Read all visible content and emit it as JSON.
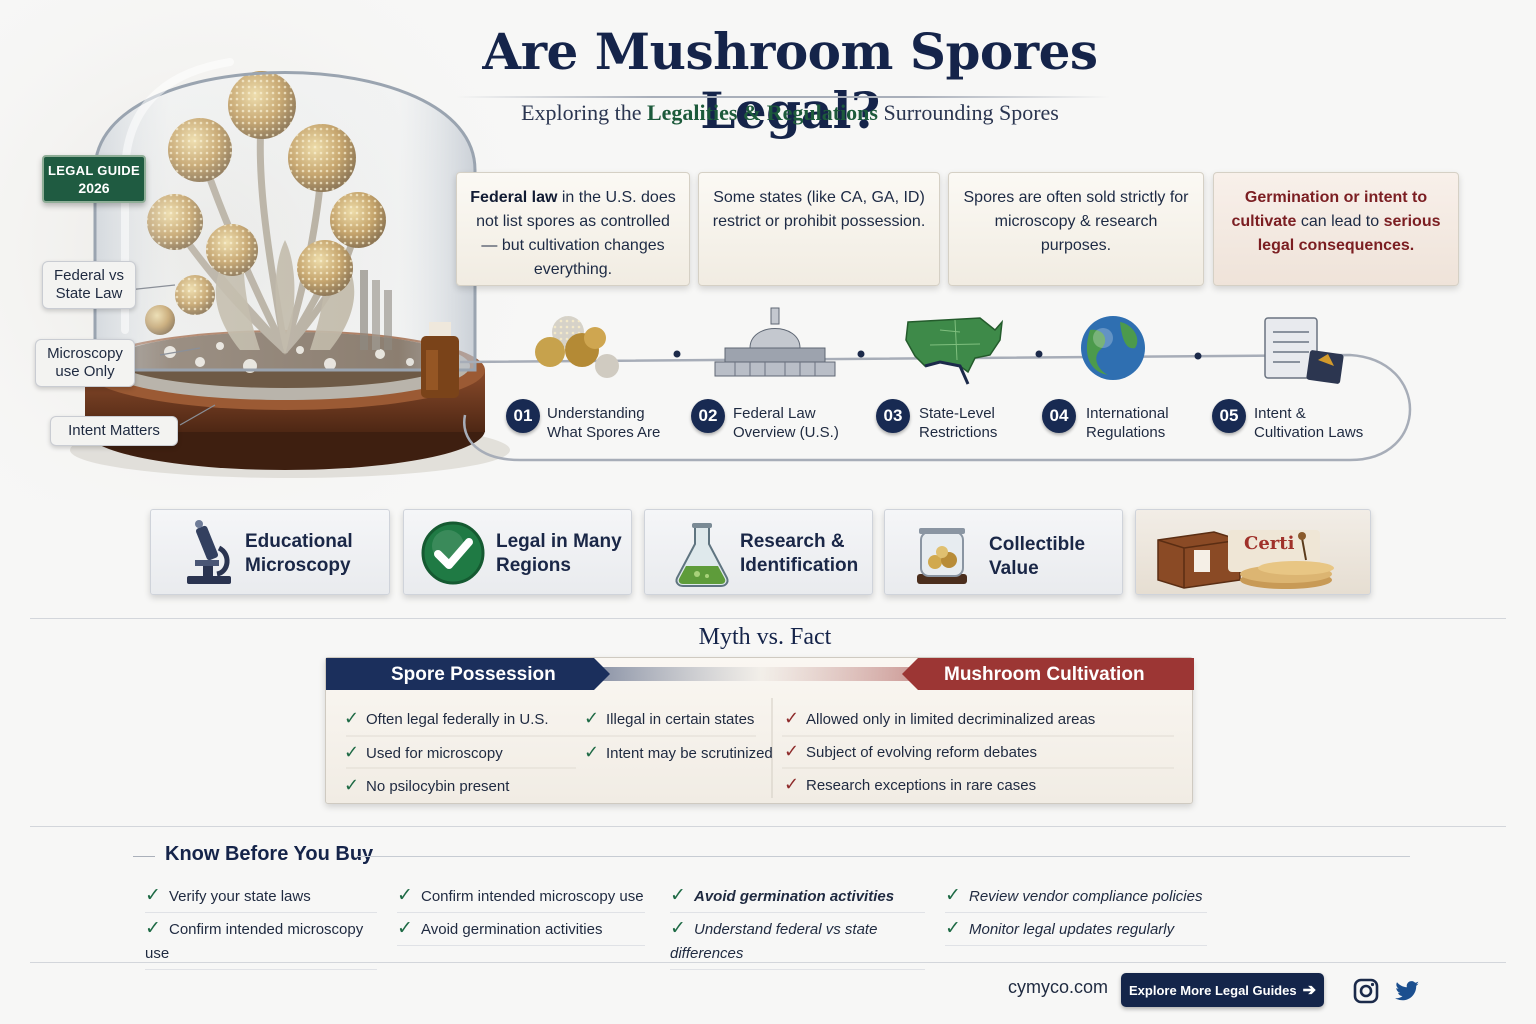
{
  "header": {
    "title": "Are Mushroom Spores Legal?",
    "subtitle_pre": "Exploring the ",
    "subtitle_highlight": "Legalities & Regulations",
    "subtitle_post": " Surrounding Spores"
  },
  "badge": {
    "line1": "LEGAL GUIDE",
    "line2": "2026"
  },
  "side_tags": [
    {
      "text": "Federal vs State Law"
    },
    {
      "text": "Microscopy use Only"
    },
    {
      "text": "Intent Matters"
    }
  ],
  "facts": [
    {
      "bold": "Federal law",
      "text": " in the U.S. does not list spores as controlled — but cultivation changes everything."
    },
    {
      "bold": "",
      "text": "Some states (like CA, GA, ID) restrict or prohibit possession."
    },
    {
      "bold": "",
      "text": "Spores are often sold strictly for microscopy & research purposes."
    },
    {
      "bold1": "Germination or intent to cultivate",
      "mid": " can lead to ",
      "bold2": "serious legal consequences."
    }
  ],
  "timeline": [
    {
      "num": "01",
      "line1": "Understanding",
      "line2": "What Spores Are",
      "icon": "spores-icon"
    },
    {
      "num": "02",
      "line1": "Federal Law",
      "line2": "Overview (U.S.)",
      "icon": "capitol-icon"
    },
    {
      "num": "03",
      "line1": "State-Level",
      "line2": "Restrictions",
      "icon": "us-map-icon"
    },
    {
      "num": "04",
      "line1": "International",
      "line2": "Regulations",
      "icon": "globe-icon"
    },
    {
      "num": "05",
      "line1": "Intent &",
      "line2": "Cultivation Laws",
      "icon": "document-icon"
    }
  ],
  "features": [
    {
      "line1": "Educational",
      "line2": "Microscopy",
      "icon": "microscope-icon"
    },
    {
      "line1": "Legal in Many",
      "line2": "Regions",
      "icon": "check-circle-icon"
    },
    {
      "line1": "Research &",
      "line2": "Identification",
      "icon": "flask-icon"
    },
    {
      "line1": "Collectible",
      "line2": "Value",
      "icon": "specimen-jar-icon"
    },
    {
      "line1": "Certi",
      "icon": "certificate-box-icon"
    }
  ],
  "myth_vs_fact": {
    "title": "Myth vs. Fact",
    "left_header": "Spore Possession",
    "right_header": "Mushroom Cultivation",
    "col1": [
      "Often legal federally in U.S.",
      "Used for microscopy",
      "No psilocybin present"
    ],
    "col2": [
      "Illegal in certain states",
      "Intent may be scrutinized"
    ],
    "col3": [
      "Allowed only in limited decriminalized areas",
      "Subject of evolving reform debates",
      "Research exceptions in rare cases"
    ],
    "colors": {
      "blue": "#1b2f5c",
      "red": "#9c3634"
    }
  },
  "know_before": {
    "title": "Know Before You Buy",
    "items": [
      [
        "Verify your state laws",
        "Confirm intended microscopy use"
      ],
      [
        "Confirm intended microscopy use",
        "Avoid germination activities"
      ],
      [
        "Avoid germination activities",
        "Understand federal vs state differences"
      ],
      [
        "Review vendor compliance policies",
        "Monitor legal updates regularly"
      ]
    ]
  },
  "footer": {
    "site": "cymyco.com",
    "cta": "Explore More Legal Guides",
    "social": [
      "instagram-icon",
      "twitter-icon"
    ]
  }
}
